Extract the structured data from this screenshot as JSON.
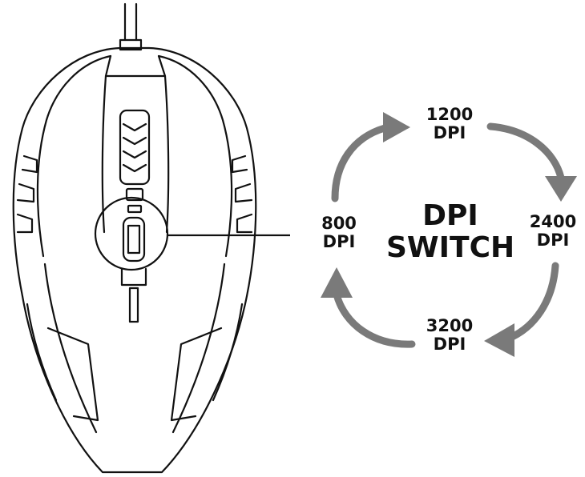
{
  "diagram": {
    "title_line1": "DPI",
    "title_line2": "SWITCH",
    "steps": [
      {
        "value": "1200",
        "unit": "DPI"
      },
      {
        "value": "2400",
        "unit": "DPI"
      },
      {
        "value": "3200",
        "unit": "DPI"
      },
      {
        "value": "800",
        "unit": "DPI"
      }
    ],
    "colors": {
      "arrow": "#7a7a7a",
      "outline": "#111111",
      "background": "#ffffff"
    }
  }
}
